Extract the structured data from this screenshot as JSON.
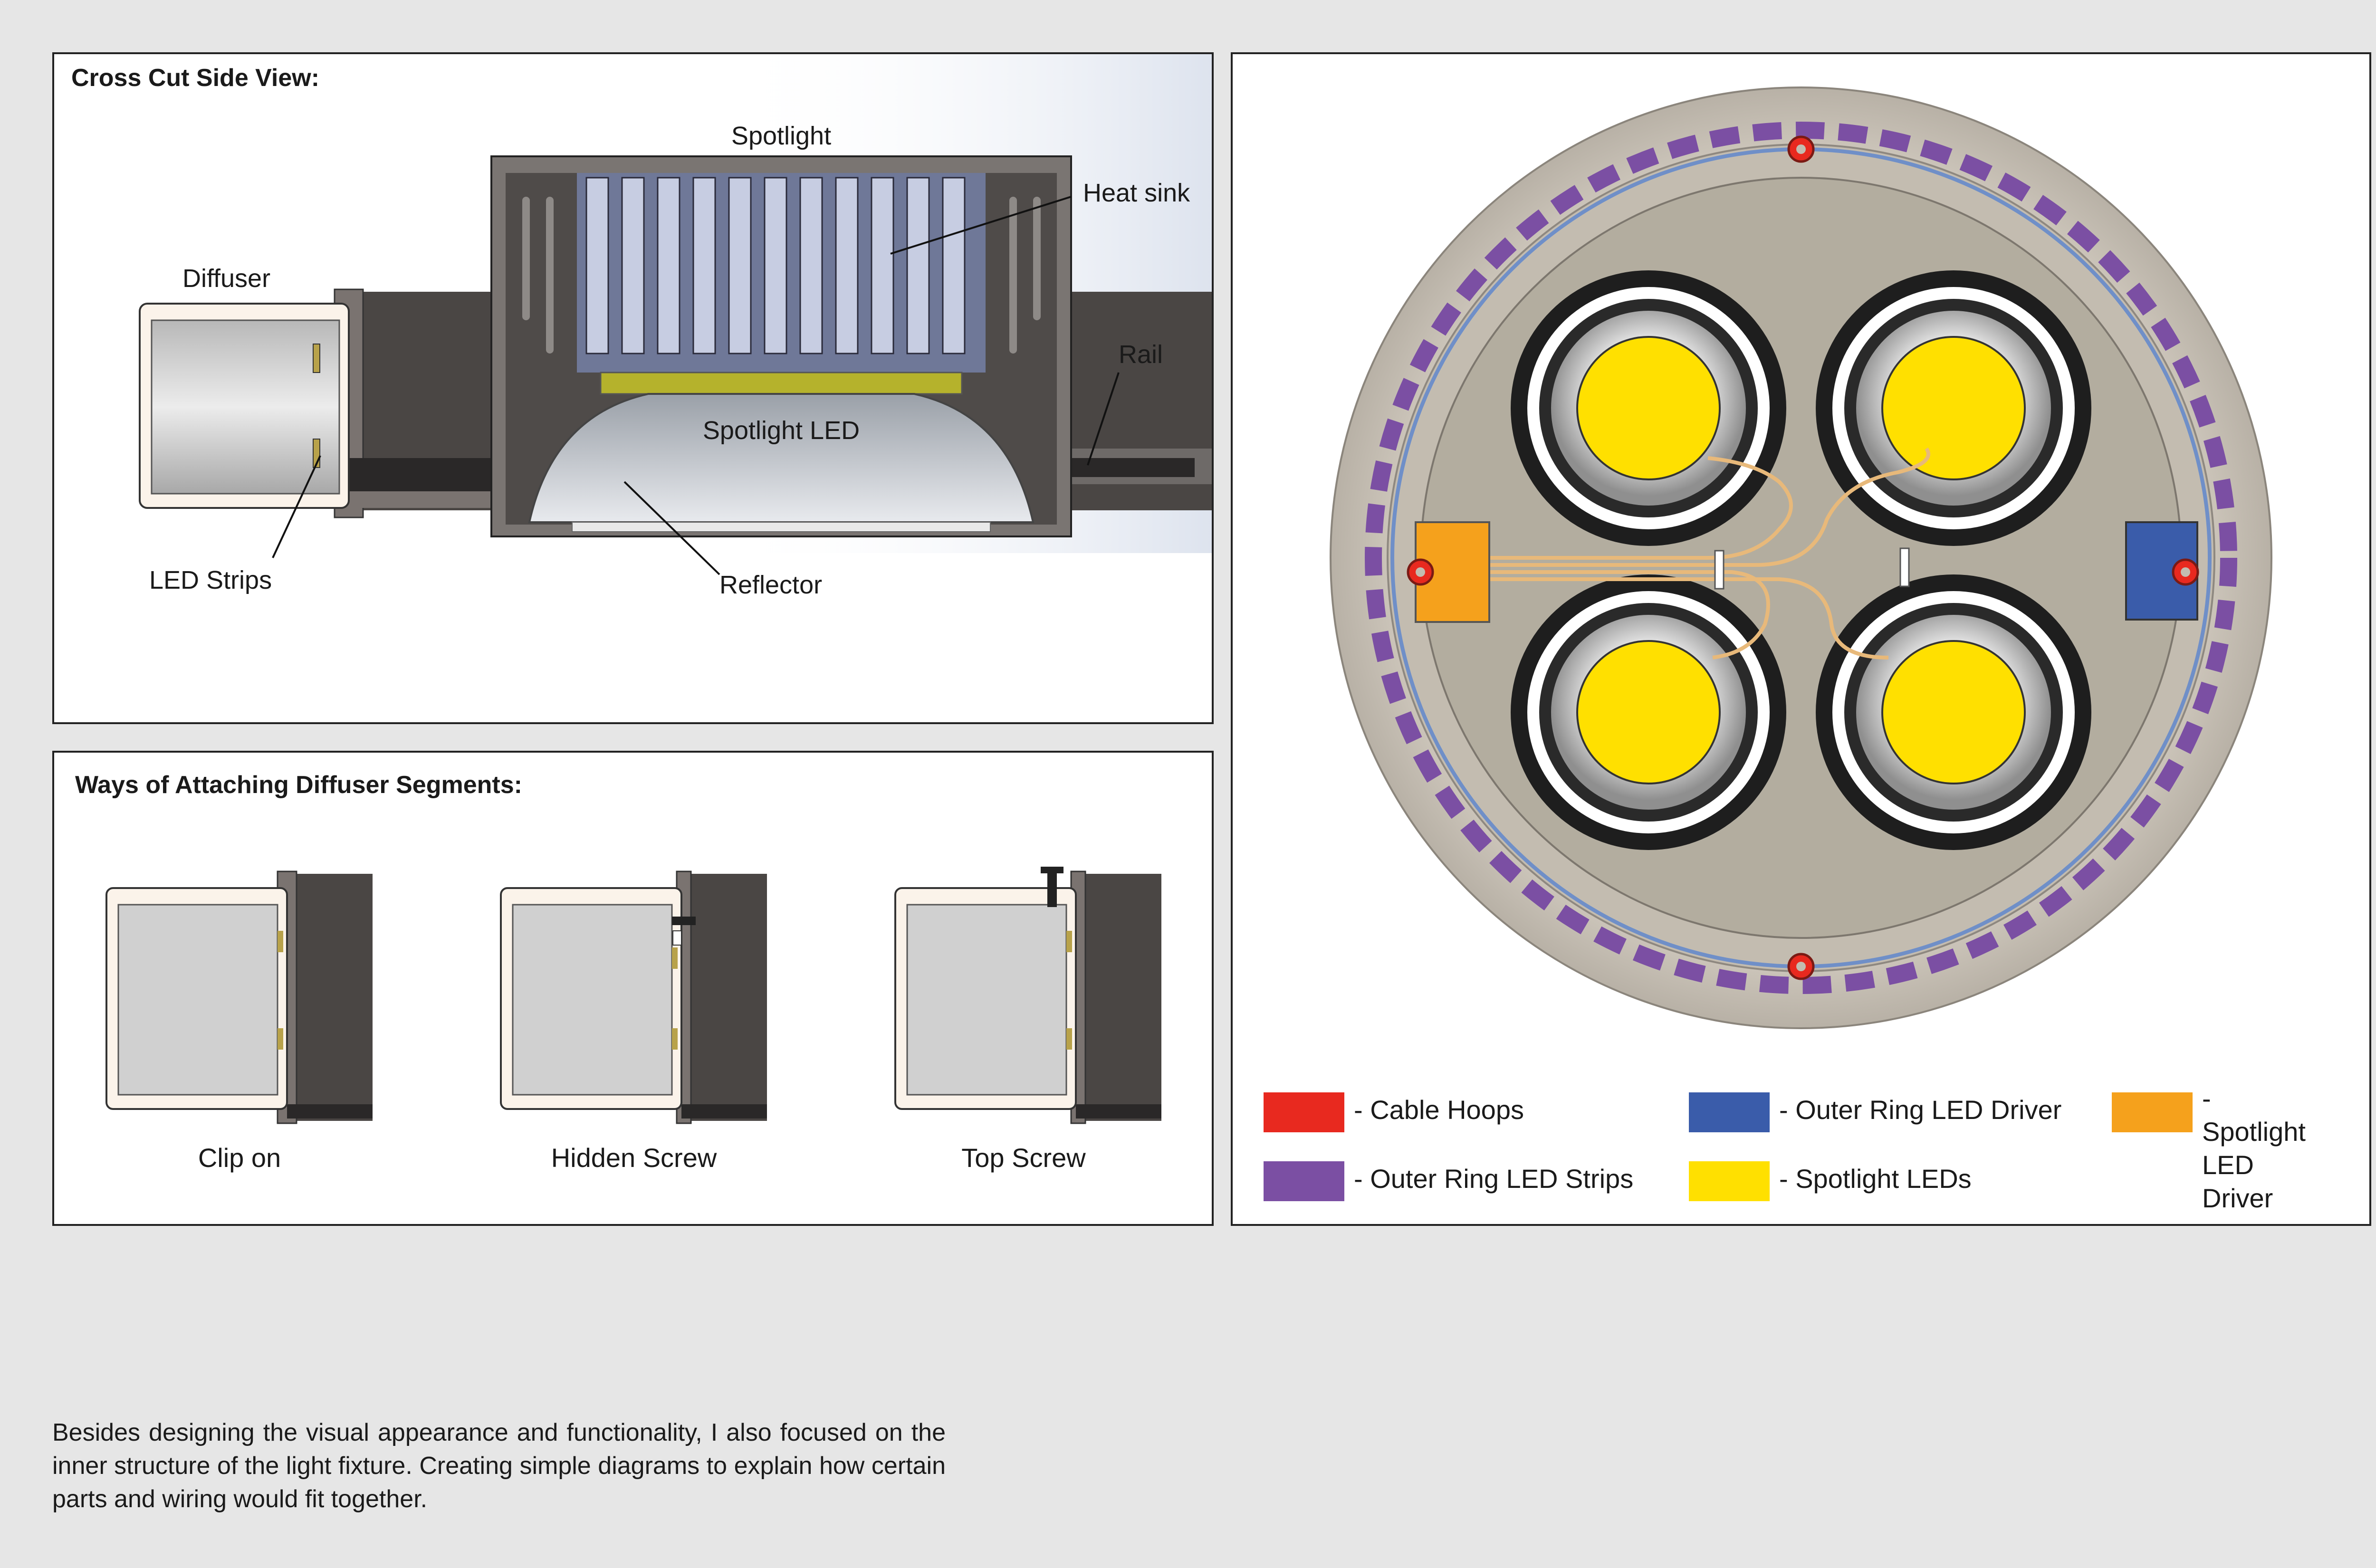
{
  "cross_section": {
    "title": "Cross Cut Side View:",
    "labels": {
      "spotlight": "Spotlight",
      "heat_sink": "Heat sink",
      "diffuser": "Diffuser",
      "rail": "Rail",
      "spotlight_led": "Spotlight LED",
      "led_strips": "LED Strips",
      "reflector": "Reflector"
    }
  },
  "attachment": {
    "title": "Ways of Attaching Diffuser Segments:",
    "methods": [
      {
        "label": "Clip on"
      },
      {
        "label": "Hidden Screw"
      },
      {
        "label": "Top Screw"
      }
    ]
  },
  "top_view": {
    "legend": [
      {
        "label": "- Cable Hoops",
        "color": "#e8291f"
      },
      {
        "label": "- Outer Ring LED Driver",
        "color": "#3a5caa"
      },
      {
        "label": "- Spotlight\nLED Driver",
        "color": "#f5a11c"
      },
      {
        "label": "- Outer Ring LED Strips",
        "color": "#7b4fa3"
      },
      {
        "label": "- Spotlight LEDs",
        "color": "#ffe000"
      }
    ]
  },
  "caption": "Besides designing the visual appearance and functionality, I also focused on the inner structure of the light fixture. Creating simple diagrams to explain how certain parts and wiring would fit together."
}
